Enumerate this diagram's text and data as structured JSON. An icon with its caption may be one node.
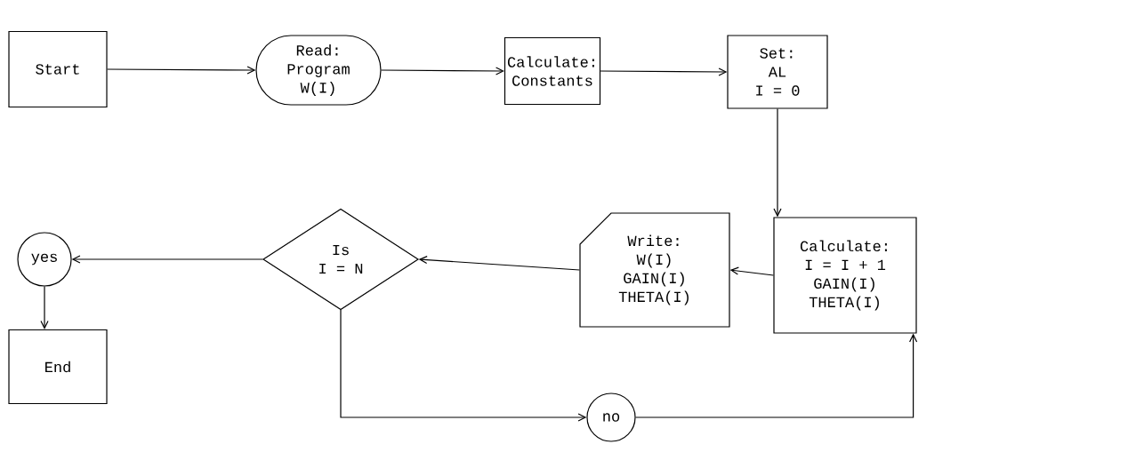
{
  "diagram": {
    "nodes": [
      {
        "text": [
          "Start"
        ]
      },
      {
        "text": [
          "Read:",
          "Program",
          "W(I)"
        ]
      },
      {
        "text": [
          "Calculate:",
          "Constants"
        ]
      },
      {
        "text": [
          "Set:",
          "AL",
          "I = 0"
        ]
      },
      {
        "text": [
          "Calculate:",
          "I = I + 1",
          "GAIN(I)",
          "THETA(I)"
        ]
      },
      {
        "text": [
          "Write:",
          "W(I)",
          "GAIN(I)",
          "THETA(I)"
        ]
      },
      {
        "text": [
          "Is",
          "I = N"
        ]
      },
      {
        "text": [
          "yes"
        ]
      },
      {
        "text": [
          "End"
        ]
      },
      {
        "text": [
          "no"
        ]
      }
    ],
    "edges": [
      {
        "from": 0,
        "to": 1,
        "arrow": "to"
      },
      {
        "from": 1,
        "to": 2,
        "arrow": "to"
      },
      {
        "from": 2,
        "to": 3,
        "arrow": "to"
      },
      {
        "from": 3,
        "to": 4,
        "arrow": "to"
      },
      {
        "from": 4,
        "to": 5,
        "arrow": "to"
      },
      {
        "from": 5,
        "to": 6,
        "arrow": "to"
      },
      {
        "from": 6,
        "to": 7,
        "arrow": "to"
      },
      {
        "from": 7,
        "to": 8,
        "arrow": "to"
      },
      {
        "from": 6,
        "to": 9,
        "arrow": "to"
      },
      {
        "from": 9,
        "to": 4,
        "arrow": "to"
      }
    ]
  }
}
